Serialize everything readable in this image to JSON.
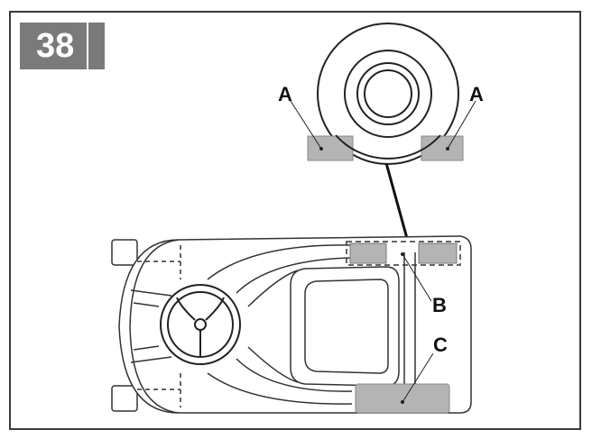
{
  "figure_number": "38",
  "labels": {
    "a_left": "A",
    "a_right": "A",
    "b": "B",
    "c": "C"
  },
  "colors": {
    "badge": "#7a7a7a",
    "marker_fill": "#b4b4b4",
    "line": "#222222"
  }
}
